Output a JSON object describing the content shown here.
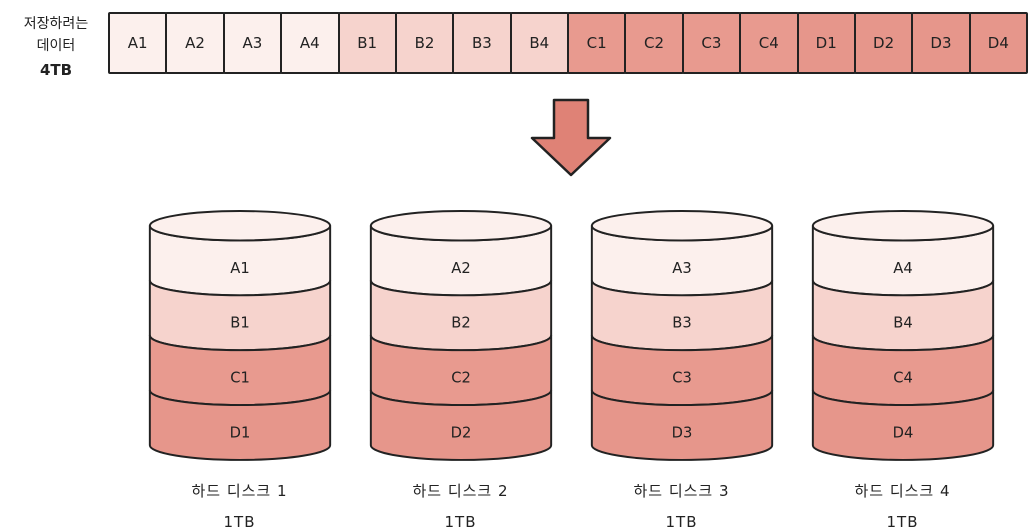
{
  "source": {
    "label_lines": [
      "저장하려는",
      "데이터",
      "4TB"
    ],
    "blocks": [
      {
        "label": "A1",
        "group": "a"
      },
      {
        "label": "A2",
        "group": "a"
      },
      {
        "label": "A3",
        "group": "a"
      },
      {
        "label": "A4",
        "group": "a"
      },
      {
        "label": "B1",
        "group": "b"
      },
      {
        "label": "B2",
        "group": "b"
      },
      {
        "label": "B3",
        "group": "b"
      },
      {
        "label": "B4",
        "group": "b"
      },
      {
        "label": "C1",
        "group": "c"
      },
      {
        "label": "C2",
        "group": "c"
      },
      {
        "label": "C3",
        "group": "c"
      },
      {
        "label": "C4",
        "group": "c"
      },
      {
        "label": "D1",
        "group": "d"
      },
      {
        "label": "D2",
        "group": "d"
      },
      {
        "label": "D3",
        "group": "d"
      },
      {
        "label": "D4",
        "group": "d"
      }
    ]
  },
  "disks": [
    {
      "name": "하드 디스크 1",
      "capacity": "1TB",
      "segments": [
        {
          "label": "A1",
          "group": "a"
        },
        {
          "label": "B1",
          "group": "b"
        },
        {
          "label": "C1",
          "group": "c"
        },
        {
          "label": "D1",
          "group": "d"
        }
      ]
    },
    {
      "name": "하드 디스크 2",
      "capacity": "1TB",
      "segments": [
        {
          "label": "A2",
          "group": "a"
        },
        {
          "label": "B2",
          "group": "b"
        },
        {
          "label": "C2",
          "group": "c"
        },
        {
          "label": "D2",
          "group": "d"
        }
      ]
    },
    {
      "name": "하드 디스크 3",
      "capacity": "1TB",
      "segments": [
        {
          "label": "A3",
          "group": "a"
        },
        {
          "label": "B3",
          "group": "b"
        },
        {
          "label": "C3",
          "group": "c"
        },
        {
          "label": "D3",
          "group": "d"
        }
      ]
    },
    {
      "name": "하드 디스크 4",
      "capacity": "1TB",
      "segments": [
        {
          "label": "A4",
          "group": "a"
        },
        {
          "label": "B4",
          "group": "b"
        },
        {
          "label": "C4",
          "group": "c"
        },
        {
          "label": "D4",
          "group": "d"
        }
      ]
    }
  ],
  "colors": {
    "a": "#fcf0ed",
    "b": "#f6d3cd",
    "c": "#e89a8f",
    "d": "#e6968b",
    "outline": "#222222",
    "arrow_fill": "#df8276"
  }
}
